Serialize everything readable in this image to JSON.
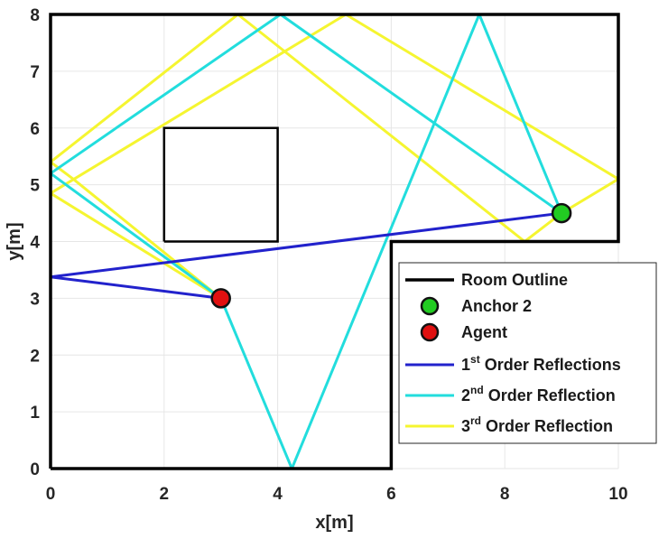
{
  "chart_data": {
    "type": "line",
    "title": "",
    "xlabel": "x[m]",
    "ylabel": "y[m]",
    "xlim": [
      0,
      10
    ],
    "ylim": [
      0,
      8
    ],
    "xticks": [
      "0",
      "2",
      "4",
      "6",
      "8",
      "10"
    ],
    "yticks": [
      "0",
      "1",
      "2",
      "3",
      "4",
      "5",
      "6",
      "7",
      "8"
    ],
    "grid": true,
    "legend_position": "bottom-right",
    "room_outline": {
      "name": "Room Outline",
      "color": "#000000",
      "points": [
        [
          0,
          0
        ],
        [
          6,
          0
        ],
        [
          6,
          4
        ],
        [
          10,
          4
        ],
        [
          10,
          8
        ],
        [
          0,
          8
        ],
        [
          0,
          0
        ]
      ]
    },
    "obstacle": {
      "color": "#000000",
      "points": [
        [
          2,
          4
        ],
        [
          4,
          4
        ],
        [
          4,
          6
        ],
        [
          2,
          6
        ],
        [
          2,
          4
        ]
      ]
    },
    "anchor": {
      "name": "Anchor 2",
      "x": 9,
      "y": 4.5,
      "color": "#22cc22"
    },
    "agent": {
      "name": "Agent",
      "x": 3,
      "y": 3,
      "color": "#e01010"
    },
    "reflections": [
      {
        "order_label": "1",
        "order_sup": "st",
        "rest": "Order Reflections",
        "color": "#2222cc",
        "paths": [
          [
            [
              3,
              3
            ],
            [
              0,
              3.375
            ],
            [
              9,
              4.5
            ]
          ]
        ]
      },
      {
        "order_label": "2",
        "order_sup": "nd",
        "rest": "Order Reflection",
        "color": "#22dddd",
        "paths": [
          [
            [
              3,
              3
            ],
            [
              0,
              5.2
            ],
            [
              4.05,
              8
            ],
            [
              9,
              4.5
            ]
          ],
          [
            [
              3,
              3
            ],
            [
              4.25,
              0
            ],
            [
              7.55,
              8
            ],
            [
              9,
              4.5
            ]
          ]
        ]
      },
      {
        "order_label": "3",
        "order_sup": "rd",
        "rest": "Order Reflection",
        "color": "#f5f530",
        "paths": [
          [
            [
              3,
              3
            ],
            [
              0,
              4.85
            ],
            [
              5.2,
              8
            ],
            [
              10,
              5.1
            ],
            [
              9,
              4.5
            ]
          ],
          [
            [
              3,
              3
            ],
            [
              0.4,
              5.1
            ],
            [
              0,
              5.4
            ],
            [
              3.3,
              8
            ],
            [
              8.35,
              4
            ],
            [
              9,
              4.5
            ]
          ]
        ]
      }
    ]
  }
}
